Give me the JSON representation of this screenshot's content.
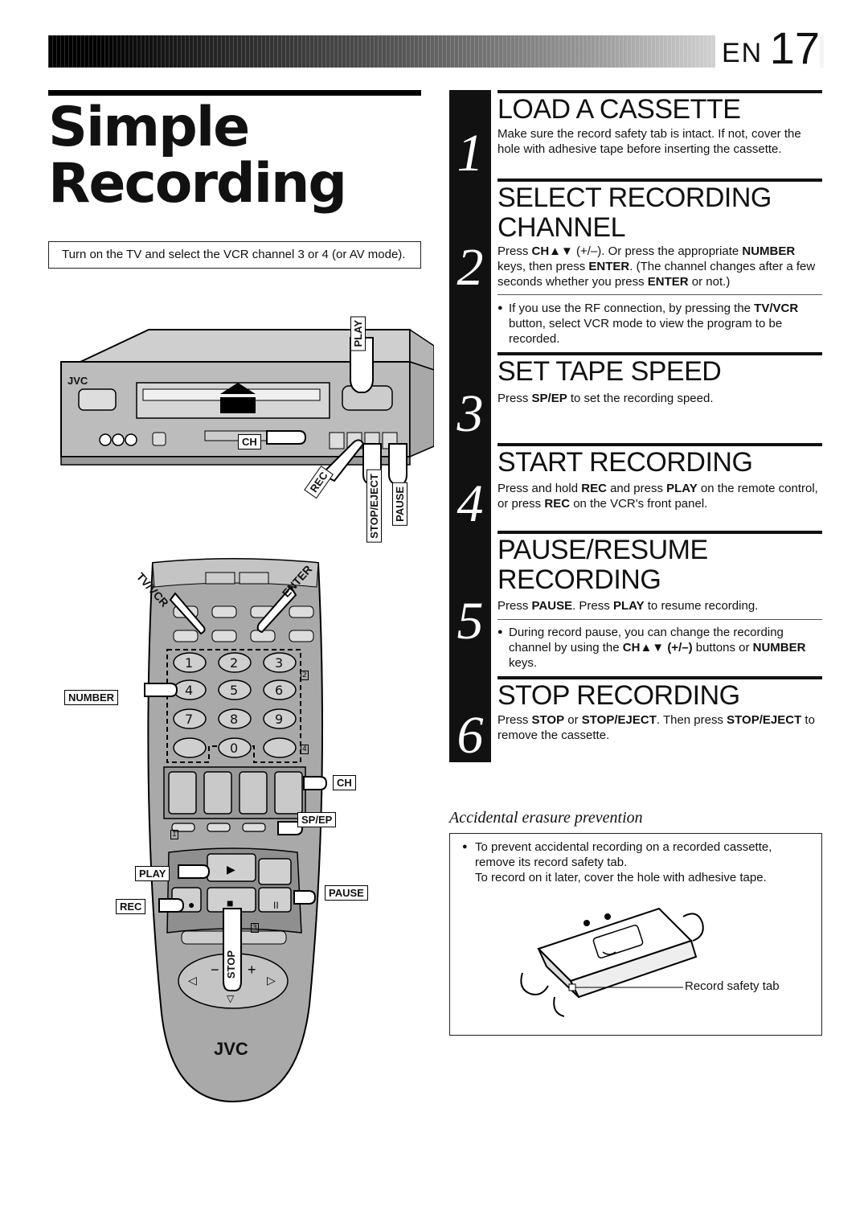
{
  "header": {
    "lang": "EN",
    "page_number": "17"
  },
  "title_line1": "Simple",
  "title_line2": "Recording",
  "intro": "Turn on the TV and select the VCR channel 3 or 4 (or AV mode).",
  "vcr_labels": {
    "brand": "JVC",
    "play": "PLAY",
    "ch": "CH",
    "rec": "REC",
    "stop_eject": "STOP/EJECT",
    "pause": "PAUSE"
  },
  "remote_labels": {
    "tv_vcr": "TV/VCR",
    "enter": "ENTER",
    "number": "NUMBER",
    "ch": "CH",
    "sp_ep": "SP/EP",
    "play": "PLAY",
    "pause": "PAUSE",
    "rec": "REC",
    "stop": "STOP",
    "brand": "JVC",
    "keys": [
      "1",
      "2",
      "3",
      "4",
      "5",
      "6",
      "7",
      "8",
      "9",
      "0"
    ],
    "markers": [
      "1",
      "2",
      "3",
      "4"
    ]
  },
  "steps": [
    {
      "num": "1",
      "heading": "LOAD A CASSETTE",
      "text": "Make sure the record safety tab is intact. If not, cover the hole with adhesive tape before inserting the cassette."
    },
    {
      "num": "2",
      "heading_line1": "SELECT RECORDING",
      "heading_line2": "CHANNEL",
      "text_parts": [
        "Press ",
        "CH▲▼",
        " (+/–). Or press the appropriate ",
        "NUMBER",
        " keys, then press ",
        "ENTER",
        ". (The channel changes after a few seconds whether you press ",
        "ENTER",
        " or not.)"
      ],
      "note_parts": [
        "If you use the RF connection, by pressing the ",
        "TV/VCR",
        " button, select VCR mode to view the program to be recorded."
      ]
    },
    {
      "num": "3",
      "heading": "SET TAPE SPEED",
      "text_parts": [
        "Press ",
        "SP/EP",
        " to set the recording speed."
      ]
    },
    {
      "num": "4",
      "heading": "START RECORDING",
      "text_parts": [
        "Press and hold ",
        "REC",
        " and press ",
        "PLAY",
        " on the remote control, or press ",
        "REC",
        " on the VCR's front panel."
      ]
    },
    {
      "num": "5",
      "heading_line1": "PAUSE/RESUME",
      "heading_line2": "RECORDING",
      "text_parts": [
        "Press ",
        "PAUSE",
        ". Press ",
        "PLAY",
        " to resume recording."
      ],
      "note_parts": [
        "During record pause, you can change the recording channel by using the ",
        "CH▲▼",
        " ",
        "(+/–)",
        " buttons or ",
        "NUMBER",
        " keys."
      ]
    },
    {
      "num": "6",
      "heading": "STOP RECORDING",
      "text_parts": [
        "Press ",
        "STOP",
        " or ",
        "STOP/EJECT",
        ". Then press ",
        "STOP/EJECT",
        " to remove the cassette."
      ]
    }
  ],
  "accidental": {
    "title": "Accidental erasure prevention",
    "bullet": "To prevent accidental recording on a recorded cassette, remove its record safety tab.",
    "line2": "To record on it later, cover the hole with adhesive tape.",
    "tab_label": "Record safety tab"
  }
}
